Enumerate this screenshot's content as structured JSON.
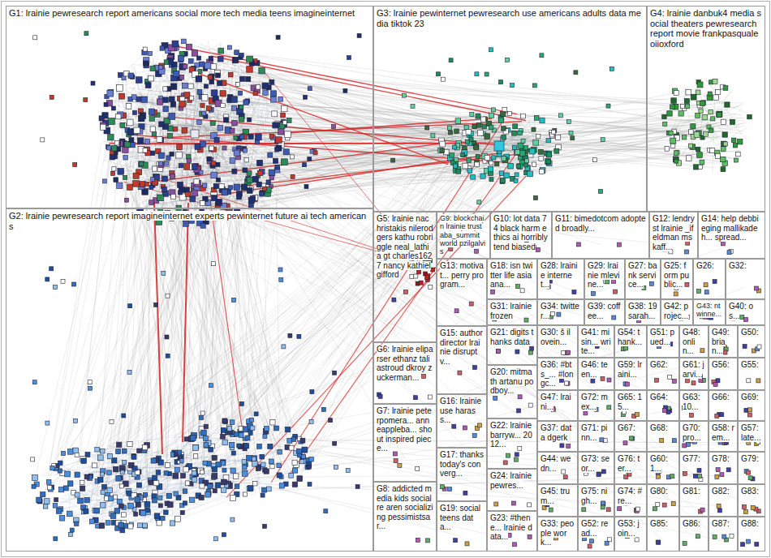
{
  "diagram": {
    "nodes": [
      {
        "text": [
          "G1: lrainie pewresearch report americans social more tech media teens imagineinternet"
        ]
      },
      {
        "text": [
          "G3: lrainie pewinternet pewresearch use americans adults data media tiktok 23"
        ]
      },
      {
        "text": [
          "G4: lrainie danbuk4 media social theaters pewresearch report movie frankpasquale oiioxford"
        ]
      },
      {
        "text": [
          "G2: lrainie pewresearch report imagineinternet experts pewinternet future ai tech americans"
        ]
      },
      {
        "text": [
          "G5: lrainie nachristakis nilerodgers kathu robriggle neal_lathia gt charles1627 nancy kathielgifford"
        ]
      },
      {
        "text": [
          "G9: blockchain lrainie trust aba_summit world pzilgalvis"
        ]
      },
      {
        "text": [
          "G10: lot data 74 black harm ethics ai horribly tend biased"
        ]
      },
      {
        "text": [
          "G11: bimedotcom adopted broadly..."
        ]
      },
      {
        "text": [
          "G12: lendryst lrainie _ifeldman mskaff..."
        ]
      },
      {
        "text": [
          "G14: help debbieging mallikadeh... spread..."
        ]
      },
      {
        "text": [
          "G13: motivat... perry program..."
        ]
      },
      {
        "text": [
          "G18: isn twitter life asiaana..."
        ]
      },
      {
        "text": [
          "G28: lrainie internet..."
        ]
      },
      {
        "text": [
          "G29: lrainie mlevine..."
        ]
      },
      {
        "text": [
          "G27: bank service..."
        ]
      },
      {
        "text": [
          "G25: form public..."
        ]
      },
      {
        "text": [
          "G26:"
        ]
      },
      {
        "text": [
          "G32:"
        ]
      },
      {
        "text": [
          "G31: lrainie frozen"
        ]
      },
      {
        "text": [
          "G34: twitter..."
        ]
      },
      {
        "text": [
          "G39: coffee..."
        ]
      },
      {
        "text": [
          "G38: 19 sarah..."
        ]
      },
      {
        "text": [
          "G42: projec..."
        ]
      },
      {
        "text": [
          "G43: nt winne..."
        ]
      },
      {
        "text": [
          "G40: os..."
        ]
      },
      {
        "text": [
          "G15: author director lrainie disruptv..."
        ]
      },
      {
        "text": [
          "G16: lrainie use harass..."
        ]
      },
      {
        "text": [
          "G17: thanks today's converg..."
        ]
      },
      {
        "text": [
          "G19: social teens data..."
        ]
      },
      {
        "text": [
          "G6: lrainie eliparser ethanz taliastroud dkroy zuckerman..."
        ]
      },
      {
        "text": [
          "G7: lrainie peterpomera... anneappleba... shout inspired piece..."
        ]
      },
      {
        "text": [
          "G8: addicted media kids social re aren socializing pessimistsar..."
        ]
      },
      {
        "text": [
          "G21: digits thanks data"
        ]
      },
      {
        "text": [
          "G20: mitmath artanu podboy..."
        ]
      },
      {
        "text": [
          "G22: lrainie barryw... 2012..."
        ]
      },
      {
        "text": [
          "G24: lrainie pewres..."
        ]
      },
      {
        "text": [
          "G23: #thene... lrainie data..."
        ]
      },
      {
        "text": [
          "G30: š ilovein..."
        ]
      },
      {
        "text": [
          "G41: misin... write..."
        ]
      },
      {
        "text": [
          "G54: thank..."
        ]
      },
      {
        "text": [
          "G51: pued..."
        ]
      },
      {
        "text": [
          "G48: onlin..."
        ]
      },
      {
        "text": [
          "G49: brian..."
        ]
      },
      {
        "text": [
          "G50:"
        ]
      },
      {
        "text": [
          "G36: #bts_... #longc..."
        ]
      },
      {
        "text": [
          "G46: teen..."
        ]
      },
      {
        "text": [
          "G59: lraini..."
        ]
      },
      {
        "text": [
          "G62:"
        ]
      },
      {
        "text": [
          "G61: jarvi..."
        ]
      },
      {
        "text": [
          "G56:"
        ]
      },
      {
        "text": [
          "G55:"
        ]
      },
      {
        "text": [
          "G47: lraini..."
        ]
      },
      {
        "text": [
          "G72: mex..."
        ]
      },
      {
        "text": [
          "G65: 15..."
        ]
      },
      {
        "text": [
          "G64:"
        ]
      },
      {
        "text": [
          "G63: 10..."
        ]
      },
      {
        "text": [
          "G66:"
        ]
      },
      {
        "text": [
          "G69:"
        ]
      },
      {
        "text": [
          "G37: data dgerk"
        ]
      },
      {
        "text": [
          "G71: pinn..."
        ]
      },
      {
        "text": [
          "G67:"
        ]
      },
      {
        "text": [
          "G68:"
        ]
      },
      {
        "text": [
          "G70: pro..."
        ]
      },
      {
        "text": [
          "G58: rem..."
        ]
      },
      {
        "text": [
          "G57: late..."
        ]
      },
      {
        "text": [
          "G44: wedn..."
        ]
      },
      {
        "text": [
          "G73: seor..."
        ]
      },
      {
        "text": [
          "G76: ter..."
        ]
      },
      {
        "text": [
          "G60: 1..."
        ]
      },
      {
        "text": [
          "G77:"
        ]
      },
      {
        "text": [
          "G78:"
        ]
      },
      {
        "text": [
          "G79:"
        ]
      },
      {
        "text": [
          "G45: trum..."
        ]
      },
      {
        "text": [
          "G75: nigh..."
        ]
      },
      {
        "text": [
          "G74: #re..."
        ]
      },
      {
        "text": [
          "G80:"
        ]
      },
      {
        "text": [
          "G81:"
        ]
      },
      {
        "text": [
          "G82:"
        ]
      },
      {
        "text": [
          "G83:"
        ]
      },
      {
        "text": [
          "G33: people work..."
        ]
      },
      {
        "text": [
          "G52: read..."
        ]
      },
      {
        "text": [
          "G53: join..."
        ]
      },
      {
        "text": [
          "G85:"
        ]
      },
      {
        "text": [
          "G86:"
        ]
      },
      {
        "text": [
          "G87:"
        ]
      },
      {
        "text": [
          "G88:"
        ]
      }
    ]
  }
}
